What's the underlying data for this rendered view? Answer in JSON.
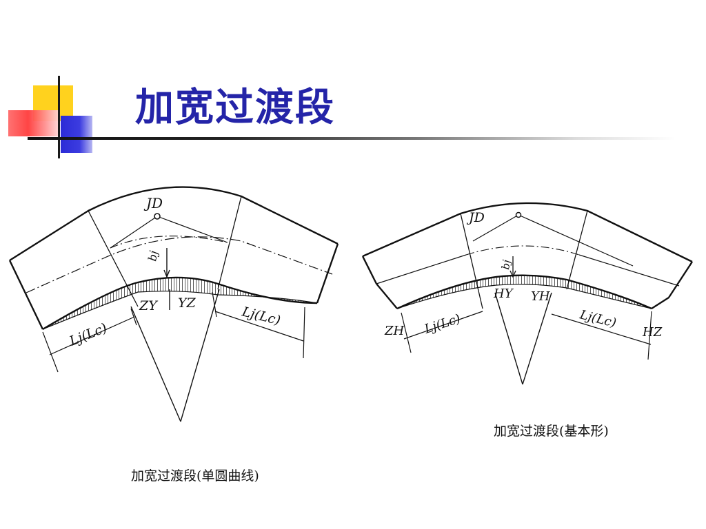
{
  "title": "加宽过渡段",
  "left_figure": {
    "point_jd": "JD",
    "point_zy": "ZY",
    "point_yz": "YZ",
    "bj": "bj",
    "length_left": "Lj(Lc)",
    "length_right": "Lj(Lc)",
    "caption": "加宽过渡段(单圆曲线)"
  },
  "right_figure": {
    "point_jd": "JD",
    "point_zh": "ZH",
    "point_hy": "HY",
    "point_yh": "YH",
    "point_hz": "HZ",
    "bj": "bj",
    "length_left": "Lj(Lc)",
    "length_right": "Lj(Lc)",
    "caption": "加宽过渡段(基本形)"
  },
  "colors": {
    "title": "#2424a8",
    "accent_yellow": "#ffd21e",
    "accent_blue": "#2b2bd6",
    "accent_red": "#ff3b3b"
  }
}
